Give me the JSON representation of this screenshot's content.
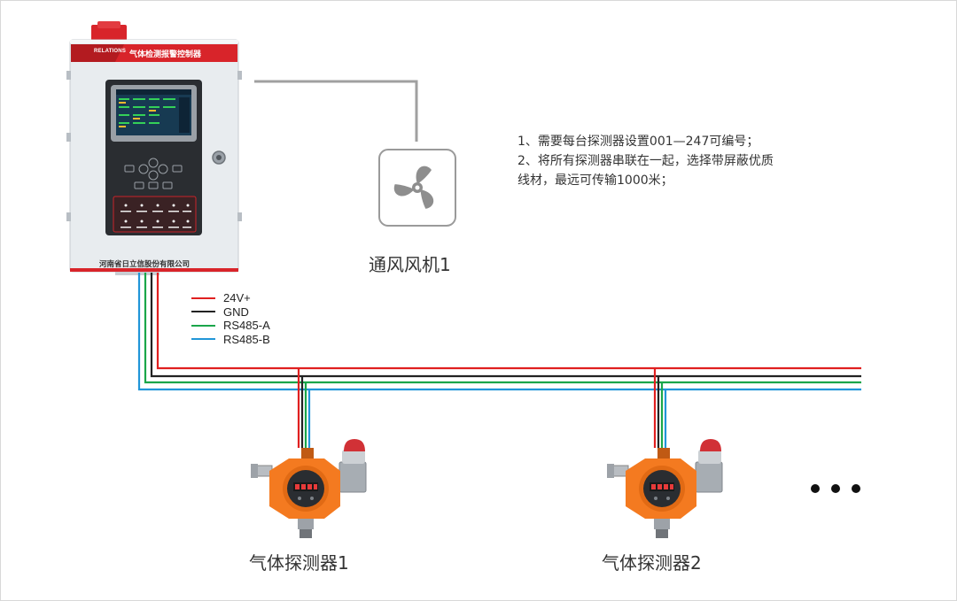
{
  "controller": {
    "brand": "RELATIONS",
    "title": "气体检测报警控制器",
    "company": "河南省日立信股份有限公司"
  },
  "fan": {
    "label": "通风风机1"
  },
  "notes": [
    "1、需要每台探测器设置001—247可编号；",
    "2、将所有探测器串联在一起，选择带屏蔽优质",
    "线材，最远可传输1000米；"
  ],
  "legend": [
    {
      "label": "24V+",
      "color": "#e02020"
    },
    {
      "label": "GND",
      "color": "#222222"
    },
    {
      "label": "RS485-A",
      "color": "#1aa64a"
    },
    {
      "label": "RS485-B",
      "color": "#2196d8"
    }
  ],
  "detectors": [
    {
      "label": "气体探测器1"
    },
    {
      "label": "气体探测器2"
    }
  ],
  "colors": {
    "detector_orange": "#f47a20",
    "controller_body": "#e8ecef",
    "controller_accent": "#d8242a",
    "wire_gray": "#a0a0a0"
  }
}
